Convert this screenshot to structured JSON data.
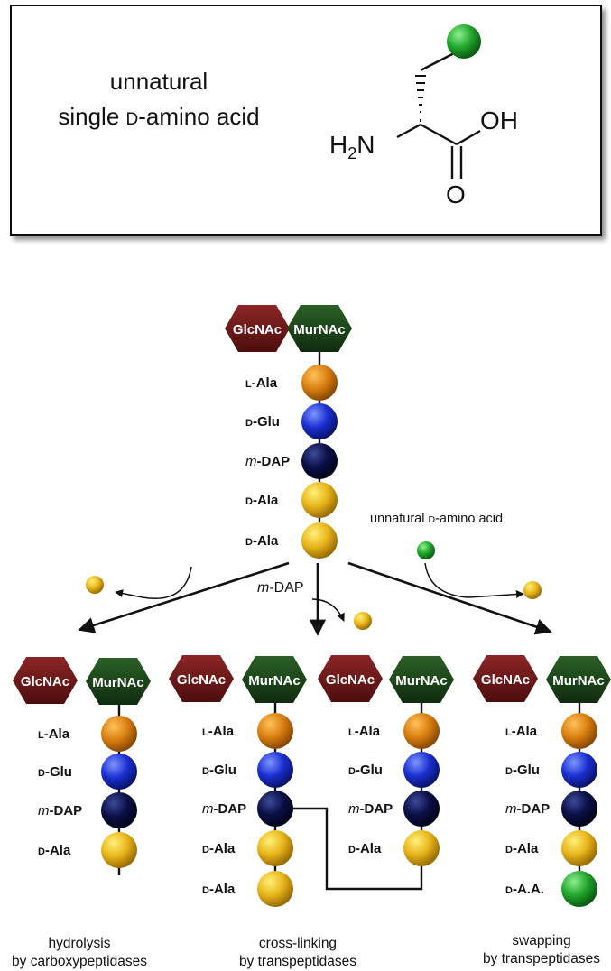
{
  "box": {
    "line1": "unnatural",
    "line2_pre": "single ",
    "line2_sc": "D",
    "line2_post": "-amino acid",
    "h2n_h": "H",
    "h2n_sub": "2",
    "h2n_n": "N",
    "oh": "OH",
    "o": "O"
  },
  "sugars": {
    "glc": "GlcNAc",
    "mur": "MurNAc"
  },
  "labels": {
    "lAla": {
      "pre": "",
      "sc": "L",
      "post": "-Ala"
    },
    "dGlu": {
      "pre": "",
      "sc": "D",
      "post": "-Glu"
    },
    "mDAP": {
      "it": "m",
      "post": "-DAP"
    },
    "dAla": {
      "pre": "",
      "sc": "D",
      "post": "-Ala"
    },
    "dAA": {
      "pre": "",
      "sc": "D",
      "post": "-A.A."
    }
  },
  "mid": {
    "dap_it": "m",
    "dap_post": "-DAP",
    "unnatural_pre": "unnatural ",
    "unnatural_sc": "D",
    "unnatural_post": "-amino acid"
  },
  "captions": {
    "left": [
      "hydrolysis",
      "by carboxypeptidases"
    ],
    "center": [
      "cross-linking",
      "by transpeptidases"
    ],
    "right": [
      "swapping",
      "by transpeptidases"
    ]
  },
  "colors": {
    "glcnac": "#7a1a1a",
    "murnac": "#1f4a1c",
    "l_ala": "#d97f10",
    "d_glu": "#1a2fd0",
    "m_dap": "#0b0f45",
    "d_ala": "#e8b51a",
    "d_aa": "#21a52c"
  }
}
